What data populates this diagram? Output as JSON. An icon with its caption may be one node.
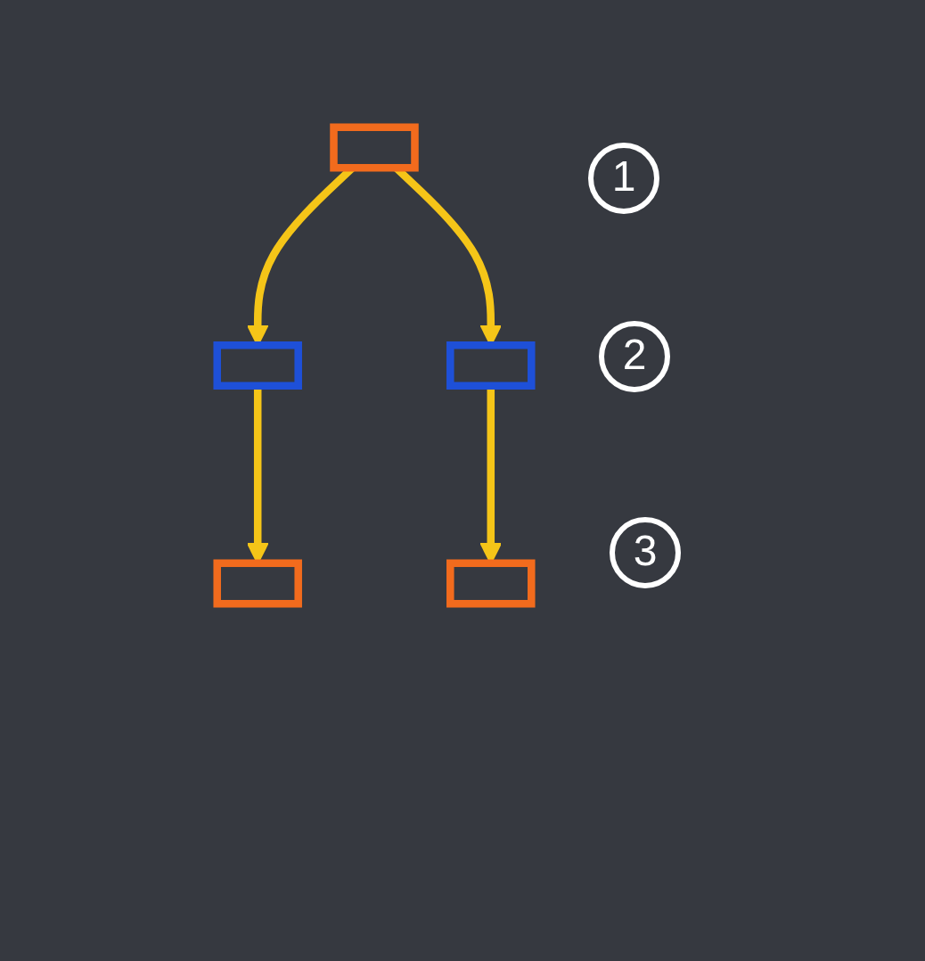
{
  "diagram": {
    "nodes": [
      {
        "text": [],
        "shape": "box"
      },
      {
        "text": [],
        "shape": "box"
      },
      {
        "text": [],
        "shape": "box"
      },
      {
        "text": [],
        "shape": "box"
      },
      {
        "text": [],
        "shape": "box"
      }
    ],
    "edges": [
      {
        "from": 0,
        "to": 1,
        "arrow": "to"
      },
      {
        "from": 0,
        "to": 2,
        "arrow": "to"
      },
      {
        "from": 1,
        "to": 3,
        "arrow": "to"
      },
      {
        "from": 2,
        "to": 4,
        "arrow": "to"
      }
    ],
    "labels": [
      "1",
      "2",
      "3"
    ]
  }
}
